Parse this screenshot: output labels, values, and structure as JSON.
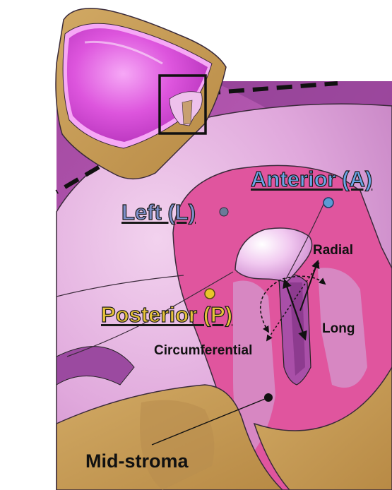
{
  "labels": {
    "anterior": "Anterior (A)",
    "left": "Left (L)",
    "posterior": "Posterior (P)",
    "radial": "Radial",
    "long": "Long",
    "circumferential": "Circumferential",
    "mid_stroma": "Mid-stroma"
  },
  "colors": {
    "anterior_marker": "#5b9bd5",
    "left_marker": "#6b7a99",
    "posterior_marker": "#e8c62a",
    "anterior_text": "#6aa6e8",
    "left_text": "#7d8fc9",
    "posterior_text": "#e6c23a",
    "tissue_tan": "#c49a56",
    "lumen_magenta": "#d64fd6",
    "endocardium_pink": "#e0559e",
    "wall_lilac": "#d79bd6"
  }
}
